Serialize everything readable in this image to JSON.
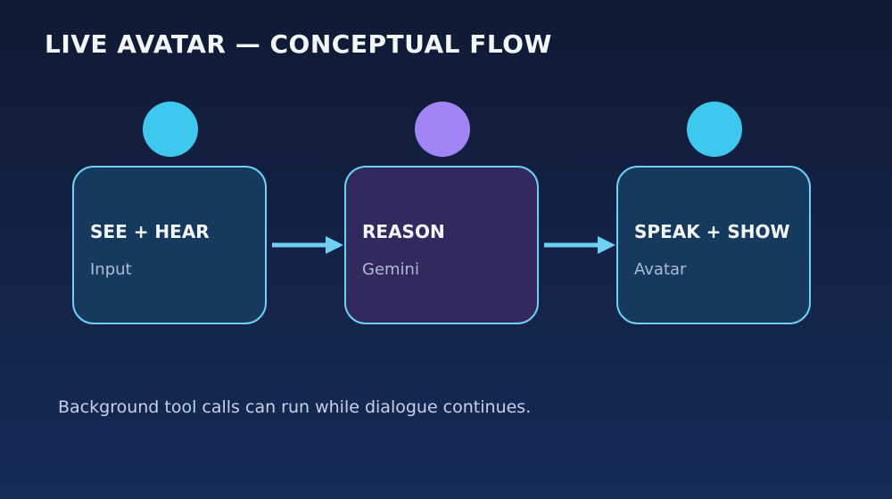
{
  "title": "LIVE AVATAR — CONCEPTUAL FLOW",
  "stages": [
    {
      "title": "SEE + HEAR",
      "subtitle": "Input",
      "node_color": "#3ec8ee",
      "card_fill": "#163a5e"
    },
    {
      "title": "REASON",
      "subtitle": "Gemini",
      "node_color": "#a184f6",
      "card_fill": "#322a5e"
    },
    {
      "title": "SPEAK + SHOW",
      "subtitle": "Avatar",
      "node_color": "#3ec8ee",
      "card_fill": "#163a5e"
    }
  ],
  "footnote": "Background tool calls can run while dialogue continues.",
  "colors": {
    "accent_border": "#6fd0f5",
    "arrow": "#6fd0f5",
    "background_top": "#0f1a33",
    "background_bottom": "#162b58"
  }
}
